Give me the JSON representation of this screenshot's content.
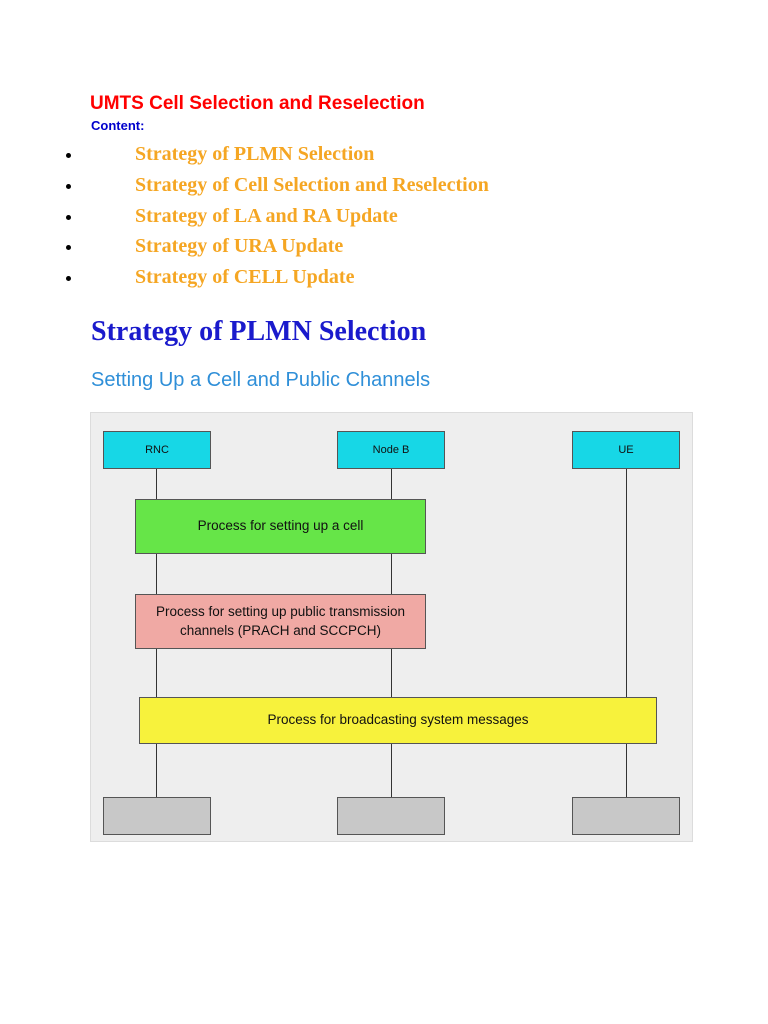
{
  "document": {
    "title": "UMTS Cell Selection and Reselection",
    "content_label": "Content:",
    "toc": [
      "Strategy of PLMN Selection",
      "Strategy of Cell Selection and Reselection",
      "Strategy of LA and RA Update",
      "Strategy of URA Update",
      "Strategy of CELL Update"
    ],
    "section_heading": "Strategy of PLMN Selection",
    "sub_heading": "Setting Up a Cell and Public Channels"
  },
  "diagram": {
    "entities": [
      "RNC",
      "Node B",
      "UE"
    ],
    "processes": [
      "Process for setting up a cell",
      "Process for setting up public transmission channels (PRACH and SCCPCH)",
      "Process for broadcasting system messages"
    ],
    "colors": {
      "entity": "#17d7e6",
      "cell_setup": "#66e548",
      "channel_setup": "#f0a9a4",
      "broadcast": "#f7f23c",
      "end_box": "#c8c8c8",
      "background": "#eeeeee"
    }
  }
}
